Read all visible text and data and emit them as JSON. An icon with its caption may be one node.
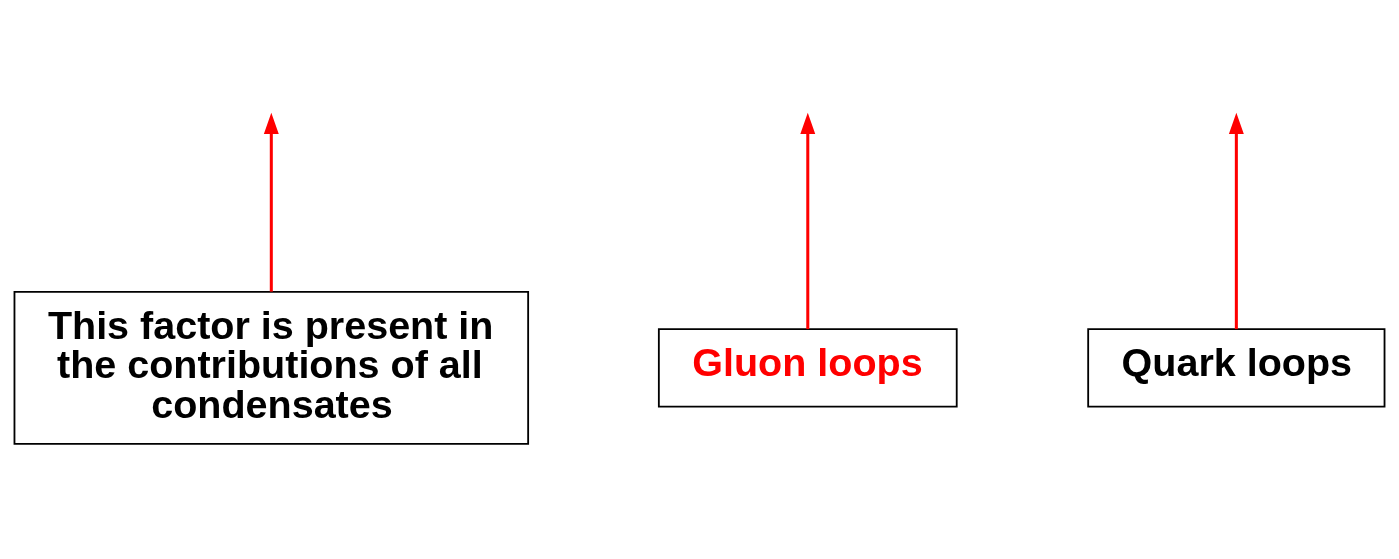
{
  "diagram": {
    "nodes": [
      {
        "text": [
          "This factor is present in the contributions of all condensates"
        ]
      },
      {
        "text": [
          "Gluon loops"
        ]
      },
      {
        "text": [
          "Quark loops"
        ]
      }
    ],
    "edges": [
      {
        "from": 0,
        "to": null,
        "arrow": "to",
        "color": "#ff0000"
      },
      {
        "from": 1,
        "to": null,
        "arrow": "to",
        "color": "#ff0000"
      },
      {
        "from": 2,
        "to": null,
        "arrow": "to",
        "color": "#ff0000"
      }
    ]
  }
}
